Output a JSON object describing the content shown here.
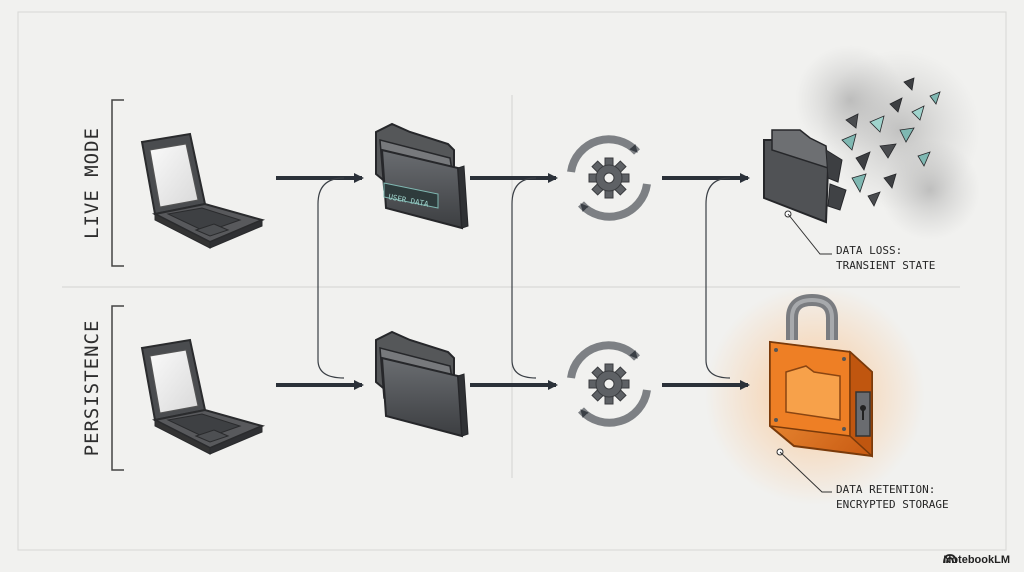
{
  "rows": {
    "top": {
      "label": "LIVE MODE"
    },
    "bottom": {
      "label": "PERSISTENCE"
    }
  },
  "folder_tag": "USER DATA",
  "callouts": {
    "loss": {
      "line1": "DATA LOSS:",
      "line2": "TRANSIENT STATE"
    },
    "retention": {
      "line1": "DATA RETENTION:",
      "line2": "ENCRYPTED STORAGE"
    }
  },
  "brand": {
    "name": "NotebookLM"
  },
  "colors": {
    "device": "#4a4c4f",
    "arrow": "#2b3139",
    "lock": "#e8731e",
    "tag": "#7fb8b2"
  }
}
